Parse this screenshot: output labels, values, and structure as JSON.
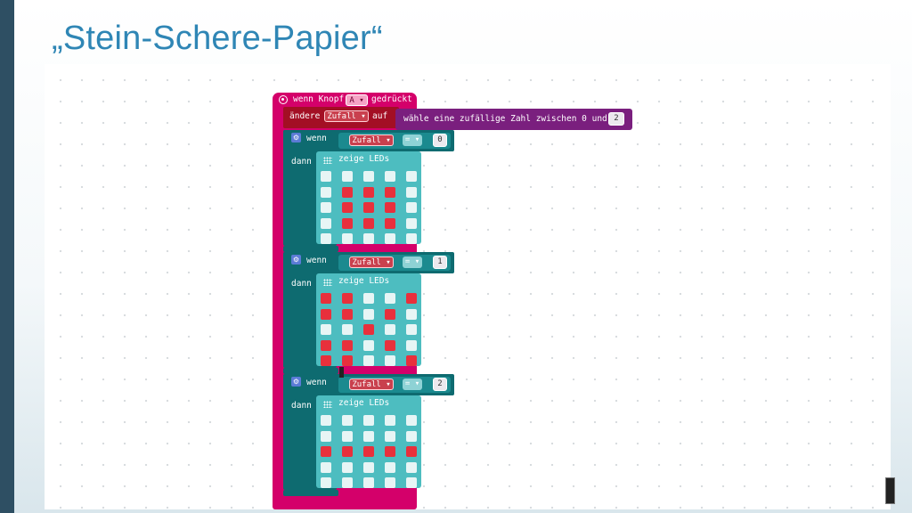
{
  "slide": {
    "title": "„Stein-Schere-Papier“"
  },
  "hat": {
    "label_prefix": "wenn Knopf",
    "button_value": "A ▾",
    "label_suffix": "gedrückt"
  },
  "set_block": {
    "label": "ändere",
    "variable": "Zufall ▾",
    "to_label": "auf"
  },
  "random_block": {
    "label": "wähle eine zufällige Zahl zwischen 0 und",
    "max": "2"
  },
  "ifs": [
    {
      "if_label": "wenn",
      "variable": "Zufall ▾",
      "operator": "= ▾",
      "value": "0",
      "then_label": "dann",
      "leds_label": "zeige LEDs",
      "leds": [
        [
          0,
          0,
          0,
          0,
          0
        ],
        [
          0,
          1,
          1,
          1,
          0
        ],
        [
          0,
          1,
          1,
          1,
          0
        ],
        [
          0,
          1,
          1,
          1,
          0
        ],
        [
          0,
          0,
          0,
          0,
          0
        ]
      ]
    },
    {
      "if_label": "wenn",
      "variable": "Zufall ▾",
      "operator": "= ▾",
      "value": "1",
      "then_label": "dann",
      "leds_label": "zeige LEDs",
      "leds": [
        [
          1,
          1,
          0,
          0,
          1
        ],
        [
          1,
          1,
          0,
          1,
          0
        ],
        [
          0,
          0,
          1,
          0,
          0
        ],
        [
          1,
          1,
          0,
          1,
          0
        ],
        [
          1,
          1,
          0,
          0,
          1
        ]
      ]
    },
    {
      "if_label": "wenn",
      "variable": "Zufall ▾",
      "operator": "= ▾",
      "value": "2",
      "then_label": "dann",
      "leds_label": "zeige LEDs",
      "leds": [
        [
          0,
          0,
          0,
          0,
          0
        ],
        [
          0,
          0,
          0,
          0,
          0
        ],
        [
          1,
          1,
          1,
          1,
          1
        ],
        [
          0,
          0,
          0,
          0,
          0
        ],
        [
          0,
          0,
          0,
          0,
          0
        ]
      ]
    }
  ],
  "colors": {
    "hat": "#d4006a",
    "set": "#a30f24",
    "random": "#7a1f7e",
    "if": "#0e6b70",
    "leds": "#4dbdc0",
    "led_on": "#e8303c",
    "led_off": "#e7f5f5",
    "title": "#2f86b5"
  }
}
